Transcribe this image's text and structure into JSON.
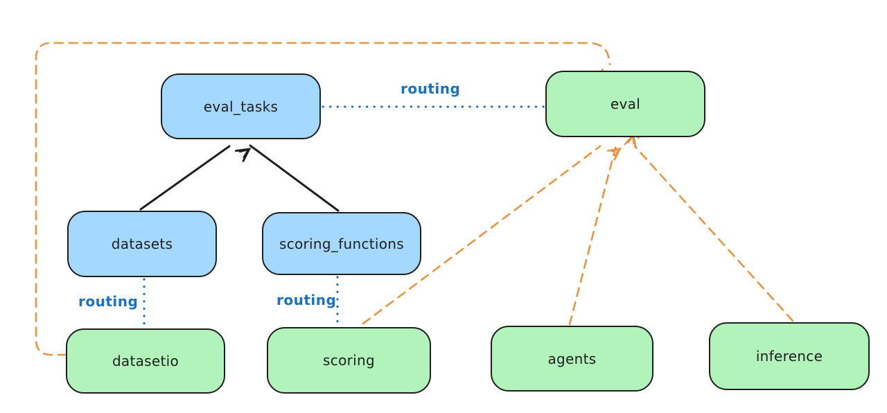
{
  "diagram": {
    "background": "#ffffff",
    "colors": {
      "blue_node_fill": "#a5d8ff",
      "green_node_fill": "#b2f2bb",
      "node_stroke": "#1e1e1e",
      "routing_blue": "#1971c2",
      "orange_dashed": "#ea9441",
      "black_arrow": "#1e1e1e"
    },
    "nodes": [
      {
        "id": "eval_tasks",
        "label": "eval_tasks",
        "color": "blue"
      },
      {
        "id": "eval",
        "label": "eval",
        "color": "green"
      },
      {
        "id": "datasets",
        "label": "datasets",
        "color": "blue"
      },
      {
        "id": "scoring_functions",
        "label": "scoring_functions",
        "color": "blue"
      },
      {
        "id": "datasetio",
        "label": "datasetio",
        "color": "green"
      },
      {
        "id": "scoring",
        "label": "scoring",
        "color": "green"
      },
      {
        "id": "agents",
        "label": "agents",
        "color": "green"
      },
      {
        "id": "inference",
        "label": "inference",
        "color": "green"
      }
    ],
    "edges": [
      {
        "from": "datasets",
        "to": "eval_tasks",
        "style": "solid-black-arrow",
        "label": ""
      },
      {
        "from": "scoring_functions",
        "to": "eval_tasks",
        "style": "solid-black-arrow",
        "label": ""
      },
      {
        "from": "eval_tasks",
        "to": "eval",
        "style": "dotted-blue",
        "label": "routing"
      },
      {
        "from": "datasets",
        "to": "datasetio",
        "style": "dotted-blue",
        "label": "routing"
      },
      {
        "from": "scoring_functions",
        "to": "scoring",
        "style": "dotted-blue",
        "label": "routing"
      },
      {
        "from": "datasetio",
        "to": "eval",
        "style": "dashed-orange-arrow",
        "label": ""
      },
      {
        "from": "scoring",
        "to": "eval",
        "style": "dashed-orange-arrow",
        "label": ""
      },
      {
        "from": "agents",
        "to": "eval",
        "style": "dashed-orange-arrow",
        "label": ""
      },
      {
        "from": "inference",
        "to": "eval",
        "style": "dashed-orange-arrow",
        "label": ""
      }
    ]
  }
}
